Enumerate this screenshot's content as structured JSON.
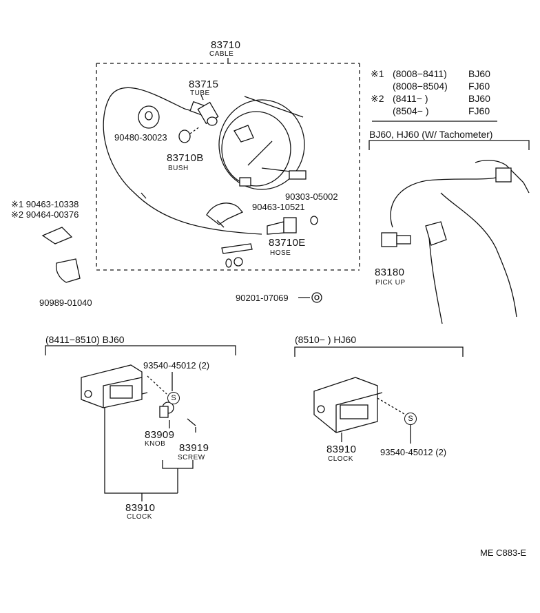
{
  "cable": {
    "number": "83710",
    "name": "CABLE"
  },
  "tube": {
    "number": "83715",
    "name": "TUBE"
  },
  "bush": {
    "number": "83710B",
    "name": "BUSH"
  },
  "hose": {
    "number": "83710E",
    "name": "HOSE"
  },
  "part_90480": "90480-30023",
  "part_90303": "90303-05002",
  "part_90463_10521": "90463-10521",
  "clamp_labels": [
    "※1 90463-10338",
    "※2 90464-00376"
  ],
  "part_90989": "90989-01040",
  "part_90201": "90201-07069",
  "notes": [
    {
      "mark": "※1",
      "range": "(8008−8411)",
      "model": "BJ60"
    },
    {
      "mark": "",
      "range": "(8008−8504)",
      "model": "FJ60"
    },
    {
      "mark": "※2",
      "range": "(8411−         )",
      "model": "BJ60"
    },
    {
      "mark": "",
      "range": "(8504−         )",
      "model": "FJ60"
    }
  ],
  "tach_section": {
    "title": "BJ60, HJ60 (W/ Tachometer)",
    "part": "83180",
    "name": "PICK UP"
  },
  "clock_left": {
    "title": "(8411−8510) BJ60",
    "screw_part": "93540-45012 (2)",
    "knob": {
      "number": "83909",
      "name": "KNOB"
    },
    "screw": {
      "number": "83919",
      "name": "SCREW"
    },
    "clock": {
      "number": "83910",
      "name": "CLOCK"
    }
  },
  "clock_right": {
    "title": "(8510−         ) HJ60",
    "clock": {
      "number": "83910",
      "name": "CLOCK"
    },
    "screw_part": "93540-45012 (2)"
  },
  "s_marker": "S",
  "ref_code": "ME  C883-E"
}
